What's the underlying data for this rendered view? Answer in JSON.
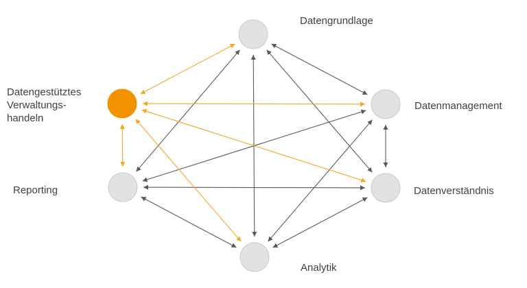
{
  "colors": {
    "highlight": "#F39200",
    "node_fill": "#E2E2E2",
    "node_stroke": "#C8C8C8",
    "gray_arrow": "#595959",
    "orange_arrow": "#F5A623",
    "label_text": "#404040"
  },
  "nodes": {
    "datengrundlage": {
      "label": "Datengrundlage",
      "highlighted": false
    },
    "datenmanagement": {
      "label": "Datenmanagement",
      "highlighted": false
    },
    "datenverstaendnis": {
      "label": "Datenverständnis",
      "highlighted": false
    },
    "analytik": {
      "label": "Analytik",
      "highlighted": false
    },
    "reporting": {
      "label": "Reporting",
      "highlighted": false
    },
    "verwaltungshandeln": {
      "label_lines": [
        "Datengestütztes",
        "Verwaltungs-",
        "handeln"
      ],
      "highlighted": true
    }
  },
  "edges": [
    {
      "from": "datengrundlage",
      "to": "datenmanagement",
      "color": "gray"
    },
    {
      "from": "datengrundlage",
      "to": "datenverstaendnis",
      "color": "gray"
    },
    {
      "from": "datengrundlage",
      "to": "analytik",
      "color": "gray"
    },
    {
      "from": "datengrundlage",
      "to": "reporting",
      "color": "gray"
    },
    {
      "from": "datengrundlage",
      "to": "verwaltungshandeln",
      "color": "orange"
    },
    {
      "from": "datenmanagement",
      "to": "datenverstaendnis",
      "color": "gray"
    },
    {
      "from": "datenmanagement",
      "to": "reporting",
      "color": "gray"
    },
    {
      "from": "datenmanagement",
      "to": "analytik",
      "color": "gray"
    },
    {
      "from": "datenmanagement",
      "to": "verwaltungshandeln",
      "color": "orange"
    },
    {
      "from": "datenverstaendnis",
      "to": "reporting",
      "color": "gray"
    },
    {
      "from": "datenverstaendnis",
      "to": "analytik",
      "color": "gray"
    },
    {
      "from": "datenverstaendnis",
      "to": "verwaltungshandeln",
      "color": "orange"
    },
    {
      "from": "reporting",
      "to": "analytik",
      "color": "gray"
    },
    {
      "from": "reporting",
      "to": "verwaltungshandeln",
      "color": "orange"
    },
    {
      "from": "analytik",
      "to": "verwaltungshandeln",
      "color": "orange"
    }
  ]
}
